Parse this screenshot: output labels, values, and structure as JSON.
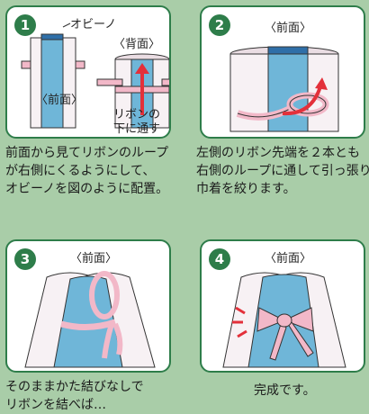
{
  "steps": [
    {
      "number": "1",
      "labels": {
        "obino": "オビーノ",
        "back": "〈背面〉",
        "front": "〈前面〉",
        "ribbon1": "リボンの",
        "ribbon2": "下に通す"
      },
      "caption": [
        "前面から見てリボンのループ",
        "が右側にくるようにして、",
        "オビーノを図のように配置。"
      ]
    },
    {
      "number": "2",
      "labels": {
        "front": "〈前面〉"
      },
      "caption": [
        "左側のリボン先端を２本とも",
        "右側のループに通して引っ張り",
        "巾着を絞ります。"
      ]
    },
    {
      "number": "3",
      "labels": {
        "front": "〈前面〉"
      },
      "caption": [
        "そのままかた結びなしで",
        "リボンを結べば…"
      ]
    },
    {
      "number": "4",
      "labels": {
        "front": "〈前面〉"
      },
      "caption": [
        "完成です。"
      ]
    }
  ],
  "colors": {
    "background": "#a9cda8",
    "frame": "#2e7d4a",
    "bag_blue": "#6fb6d8",
    "ribbon_pink": "#f2b8c8",
    "arrow_red": "#e3303a"
  }
}
